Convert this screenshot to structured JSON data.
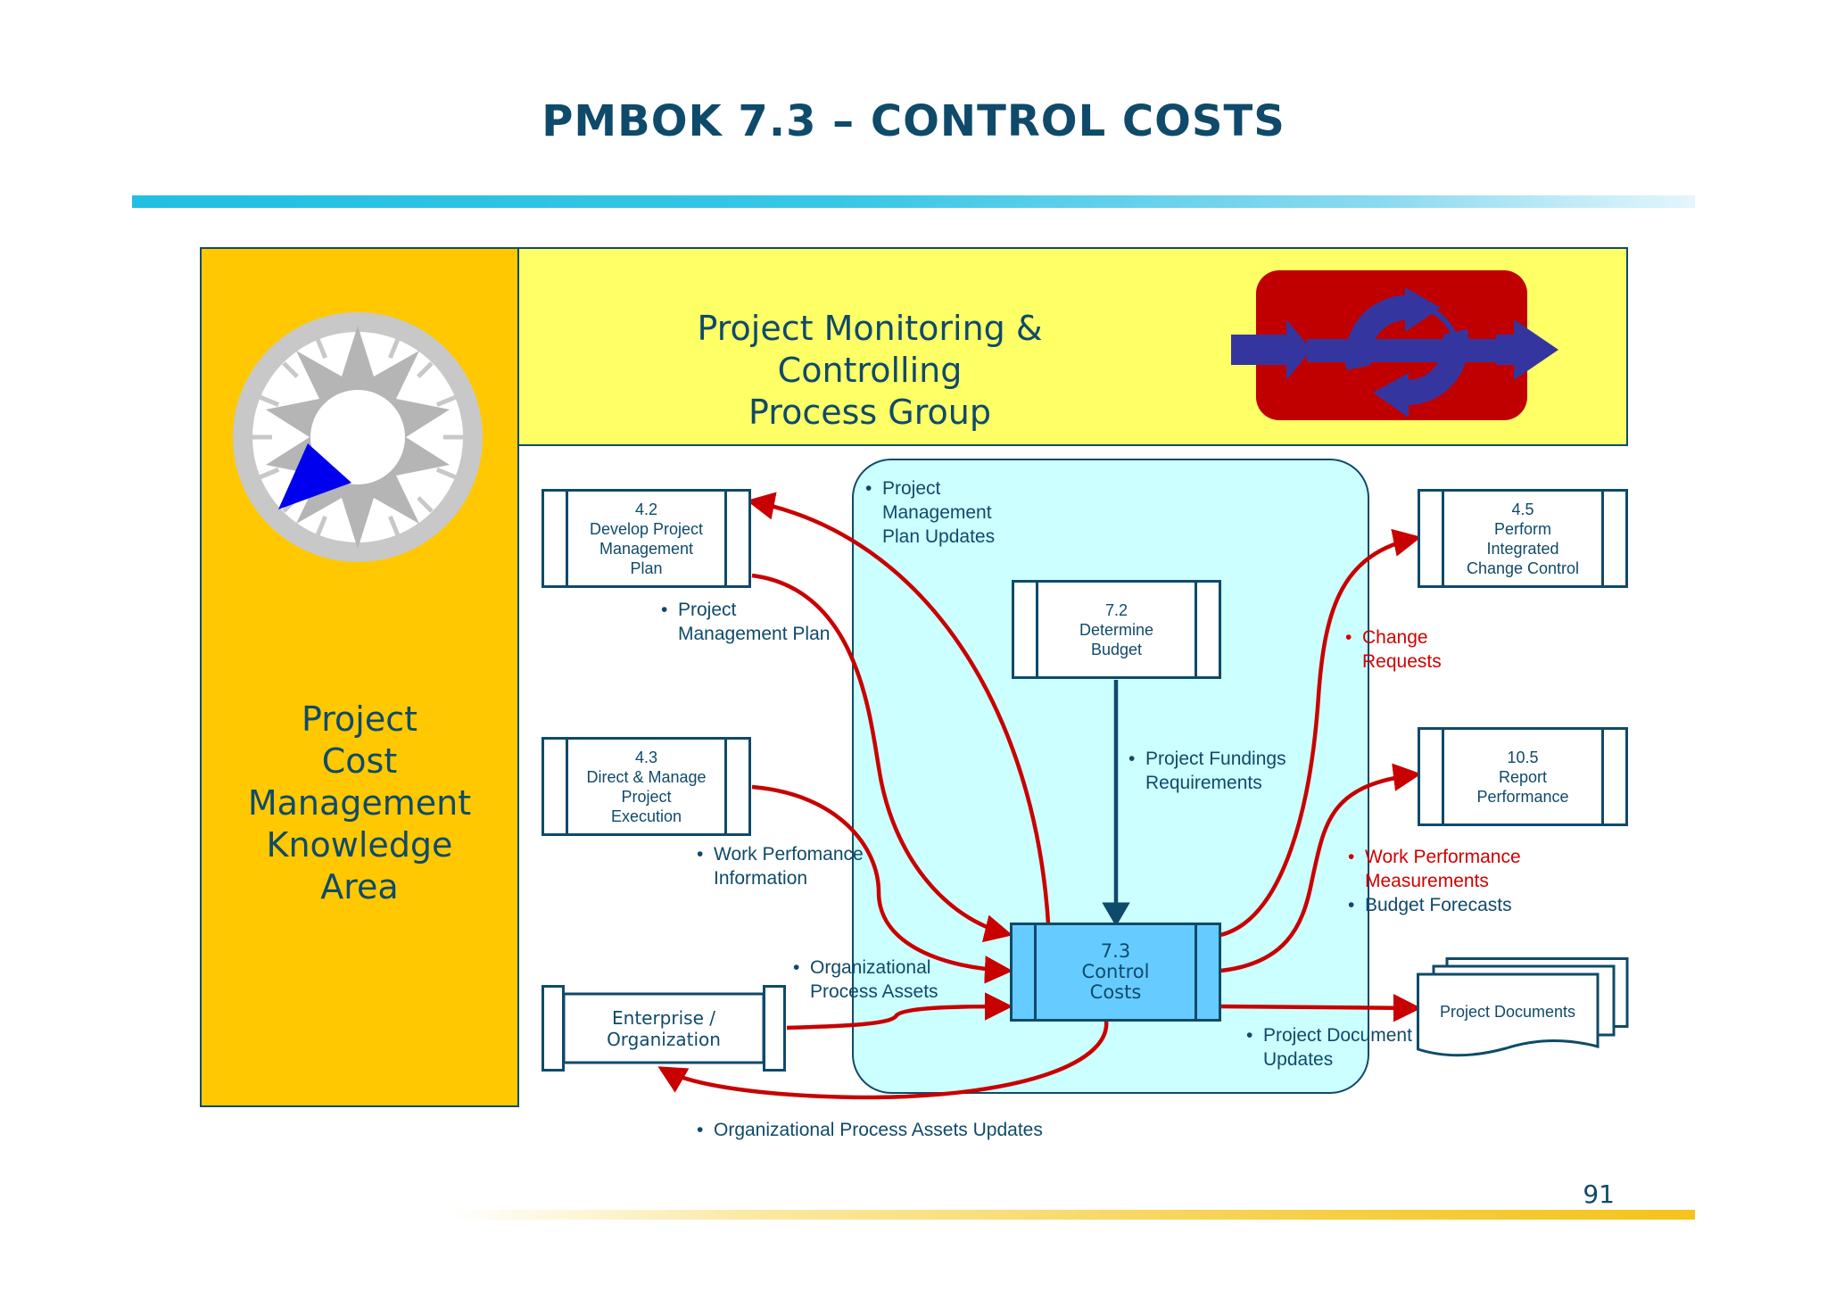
{
  "title": "PMBOK 7.3 – CONTROL COSTS",
  "page_number": "91",
  "knowledge_area": {
    "label": "Project\nCost\nManagement\nKnowledge\nArea"
  },
  "process_group": {
    "label": "Project Monitoring &\nControlling\nProcess Group"
  },
  "processes": {
    "develop_plan": "4.2\nDevelop Project\nManagement\nPlan",
    "direct_manage": "4.3\nDirect & Manage\nProject\nExecution",
    "determine_budget": "7.2\nDetermine\nBudget",
    "control_costs": "7.3\nControl\nCosts",
    "integrated_change": "4.5\nPerform\nIntegrated\nChange Control",
    "report_performance": "10.5\nReport\nPerformance"
  },
  "enterprise": "Enterprise /\nOrganization",
  "documents": "Project Documents",
  "flows": {
    "plan_updates": [
      "Project",
      "Management",
      "Plan Updates"
    ],
    "project_plan": [
      "Project",
      "Management Plan"
    ],
    "funding": [
      "Project Fundings",
      "Requirements"
    ],
    "work_info": [
      "Work Perfomance",
      "Information"
    ],
    "org_assets": [
      "Organizational",
      "Process Assets"
    ],
    "change_requests": [
      "Change",
      "Requests"
    ],
    "work_measurements": [
      "Work Performance",
      "Measurements"
    ],
    "budget_forecasts": "Budget Forecasts",
    "doc_updates": [
      "Project Document",
      "Updates"
    ],
    "org_updates": "Organizational Process Assets Updates"
  },
  "colors": {
    "title": "#0f4a6a",
    "knowledge_panel": "#ffc800",
    "process_group_panel": "#ffff66",
    "scope_region": "#ccffff",
    "control_box": "#66ccff",
    "flow_arrow": "#c80000",
    "output_flow_text": "#d10000"
  }
}
